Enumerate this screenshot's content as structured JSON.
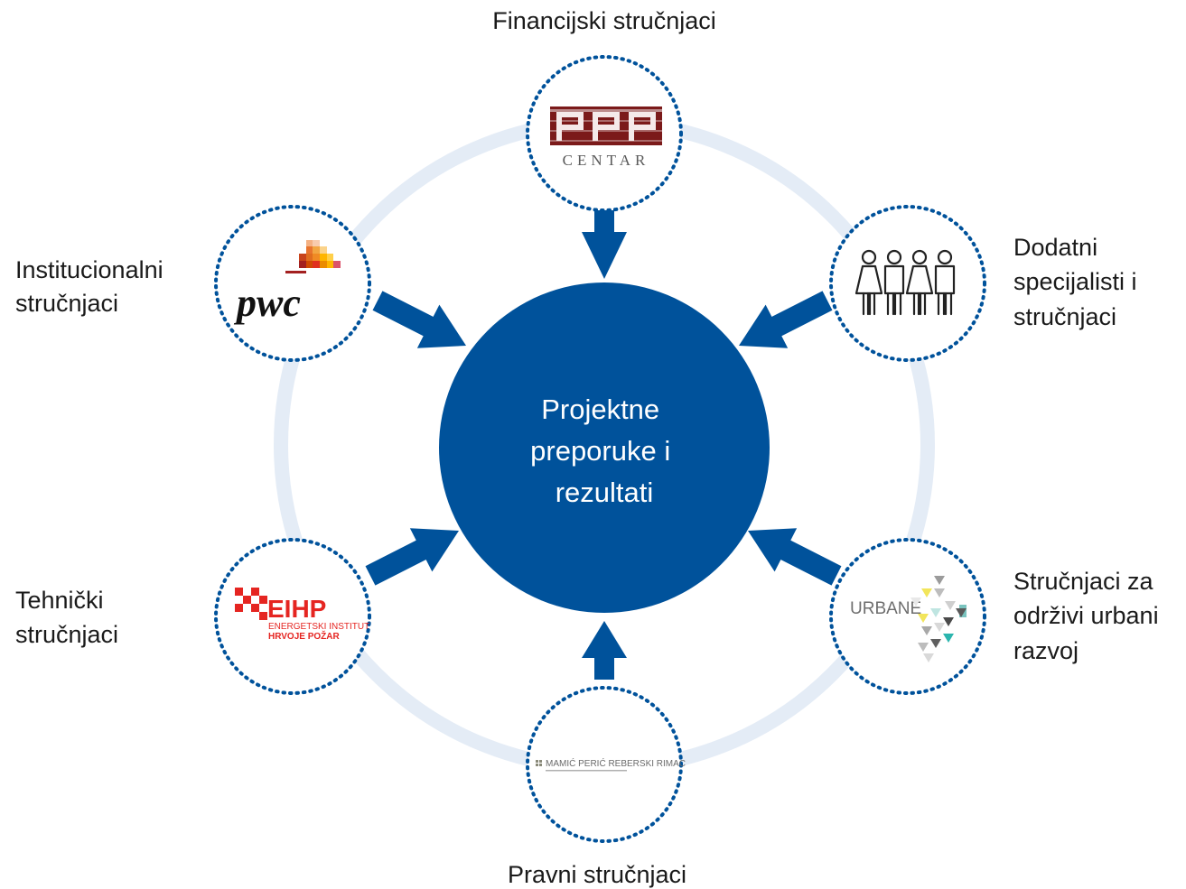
{
  "colors": {
    "primary": "#00529B",
    "ring": "#E4ECF6",
    "node_border": "#00529B"
  },
  "center": {
    "lines": [
      "Projektne",
      "preporuke i",
      "rezultati"
    ]
  },
  "nodes": {
    "top": {
      "label_lines": [
        "Financijski stručnjaci"
      ],
      "logo": {
        "name": "ppp-centar-logo",
        "text": "CENTAR"
      }
    },
    "upper_left": {
      "label_lines": [
        "Institucionalni",
        "stručnjaci"
      ],
      "logo": {
        "name": "pwc-logo",
        "text": "pwc"
      }
    },
    "upper_right": {
      "label_lines": [
        "Dodatni",
        "specijalisti i",
        "stručnjaci"
      ],
      "logo": {
        "name": "people-icon"
      }
    },
    "lower_left": {
      "label_lines": [
        "Tehnički",
        "stručnjaci"
      ],
      "logo": {
        "name": "eihp-logo",
        "text": "EIHP",
        "sub1": "ENERGETSKI INSTITUT",
        "sub2": "HRVOJE POŽAR"
      }
    },
    "lower_right": {
      "label_lines": [
        "Stručnjaci za",
        "održivi urbani",
        "razvoj"
      ],
      "logo": {
        "name": "urbane-logo",
        "text": "URBANE"
      }
    },
    "bottom": {
      "label_lines": [
        "Pravni stručnjaci"
      ],
      "logo": {
        "name": "mprr-logo",
        "text": "MAMIĆ PERIĆ REBERSKI RIMAC"
      }
    }
  }
}
